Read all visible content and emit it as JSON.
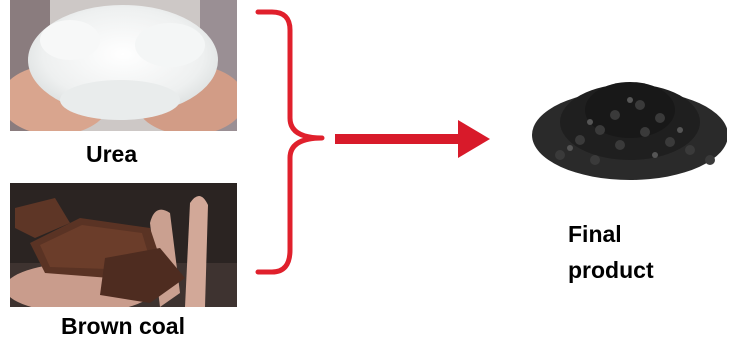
{
  "inputs": [
    {
      "label": "Urea",
      "icon": "urea-granules-in-hands-photo"
    },
    {
      "label": "Brown coal",
      "icon": "brown-coal-in-hand-photo"
    }
  ],
  "output": {
    "label_line1": "Final",
    "label_line2": "product",
    "icon": "black-granule-pile-photo"
  },
  "colors": {
    "bracket": "#e0202c",
    "arrow": "#d81a2a",
    "text": "#000000"
  }
}
